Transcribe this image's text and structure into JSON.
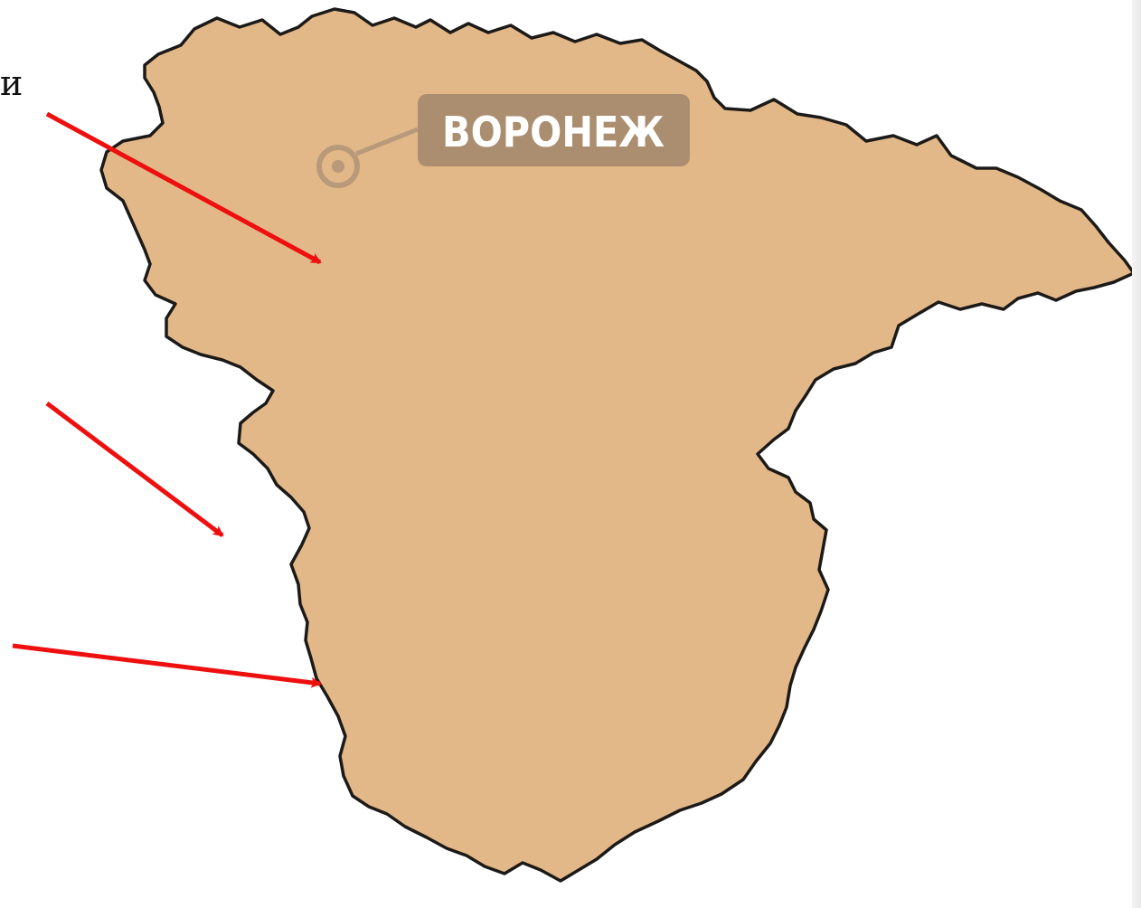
{
  "page_edge_text": "и",
  "map": {
    "region_fill": "#e3b889",
    "border_color": "#1c1a18",
    "city": {
      "label": "ВОРОНЕЖ",
      "label_bg": "#ab8e6f",
      "label_text_color": "#ffffff",
      "marker_color": "#b89a7a"
    },
    "arrow_color": "#ee0f0f",
    "arrow_count": 3
  }
}
